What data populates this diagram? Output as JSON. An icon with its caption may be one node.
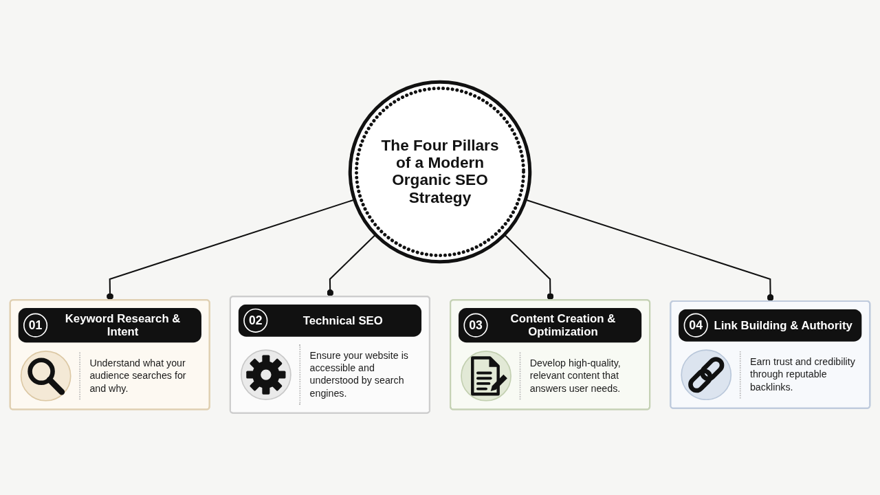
{
  "diagram": {
    "nodes": [
      {
        "text": [
          "The Four Pillars of a Modern Organic SEO Strategy"
        ]
      },
      {
        "text": [
          "01",
          "Keyword Research & Intent",
          "Understand what your audience searches for and why."
        ]
      },
      {
        "text": [
          "02",
          "Technical SEO",
          "Ensure your website is accessible and understood by search engines."
        ]
      },
      {
        "text": [
          "03",
          "Content Creation & Optimization",
          "Develop high-quality, relevant content that answers user needs."
        ]
      },
      {
        "text": [
          "04",
          "Link Building & Authority",
          "Earn trust and credibility through reputable backlinks."
        ]
      }
    ],
    "edges": [
      {
        "from": 0,
        "to": 1,
        "arrow": "other"
      },
      {
        "from": 0,
        "to": 2,
        "arrow": "other"
      },
      {
        "from": 0,
        "to": 3,
        "arrow": "other"
      },
      {
        "from": 0,
        "to": 4,
        "arrow": "other"
      }
    ]
  }
}
